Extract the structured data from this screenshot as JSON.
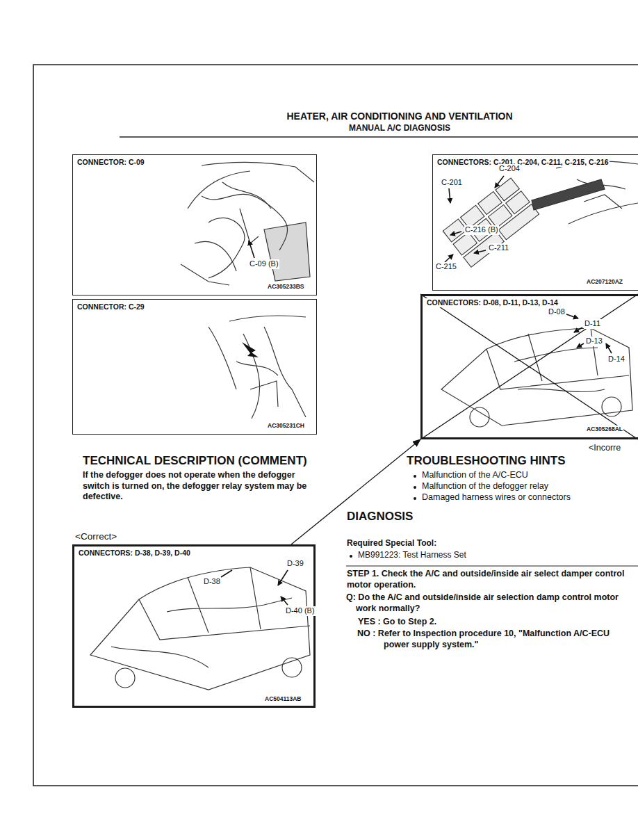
{
  "diagram": {
    "title": "HEATER, AIR CONDITIONING AND VENTILATION",
    "nodes": [
      {
        "text": [
          "CONNECTOR: C-09"
        ]
      },
      {
        "text": [
          "CONNECTOR: C-29"
        ]
      },
      {
        "text": [
          "CONNECTORS: C-201, C-204, C-211, C-215, C-216"
        ]
      },
      {
        "text": [
          "CONNECTORS: D-08, D-11, D-13, D-14",
          "<Incorre"
        ]
      },
      {
        "text": [
          "<Correct>",
          "CONNECTORS: D-38, D-39, D-40"
        ]
      }
    ],
    "edges": [
      {
        "from": 4,
        "to": 3,
        "arrow": "to"
      }
    ],
    "labels": [
      "MANUAL A/C DIAGNOSIS",
      "C-09 (B)",
      "AC305233BS",
      "AC305231CH",
      "C-204",
      "C-201",
      "C-216 (B)",
      "C-211",
      "C-215",
      "AC207120AZ",
      "D-08",
      "D-11",
      "D-13",
      "D-14",
      "AC305268AL",
      "D-39",
      "D-38",
      "D-40 (B)",
      "AC504113AB",
      "TECHNICAL DESCRIPTION (COMMENT)",
      "If the defogger does not operate when the defogger switch is turned on, the defogger relay system may be defective.",
      "TROUBLESHOOTING HINTS",
      "Malfunction of the A/C-ECU",
      "Malfunction of the defogger relay",
      "Damaged harness wires or connectors",
      "DIAGNOSIS",
      "Required Special Tool:",
      "MB991223: Test Harness Set",
      "STEP 1. Check the A/C and outside/inside air select damper control motor operation.",
      "Q: Do the A/C and outside/inside air selection damp control motor work normally?",
      "YES : Go to Step 2.",
      "NO : Refer to Inspection procedure 10, \"Malfunction A/C-ECU power supply system.\""
    ]
  }
}
